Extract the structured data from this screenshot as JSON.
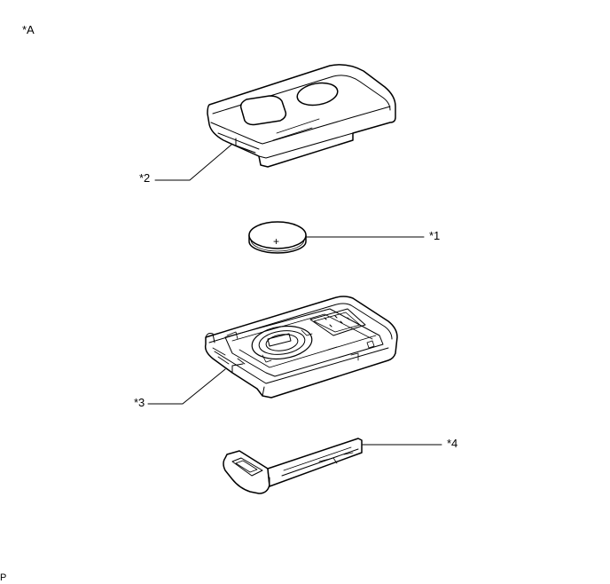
{
  "diagram_title": "*A",
  "callouts": [
    {
      "id": "c1",
      "text": "*1",
      "part": "battery"
    },
    {
      "id": "c2",
      "text": "*2",
      "part": "upper-case"
    },
    {
      "id": "c3",
      "text": "*3",
      "part": "lower-case-with-circuit-board"
    },
    {
      "id": "c4",
      "text": "*4",
      "part": "mechanical-key"
    }
  ],
  "battery_symbol": "+",
  "corner_mark": "P"
}
